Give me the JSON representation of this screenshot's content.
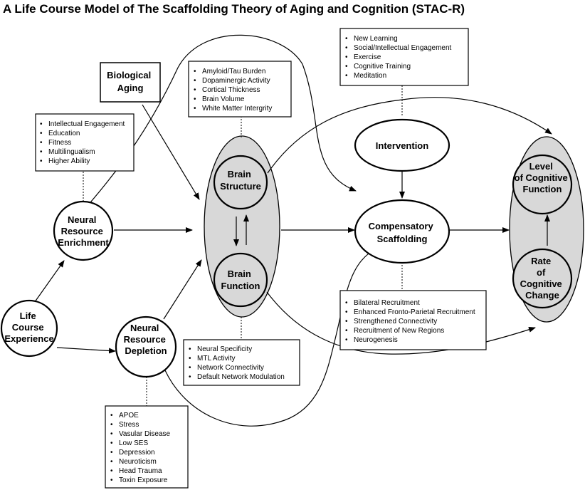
{
  "title": "A Life Course Model of The Scaffolding Theory of Aging and Cognition (STAC-R)",
  "nodes": {
    "life_course_experience": [
      "Life",
      "Course",
      "Experience"
    ],
    "neural_resource_enrichment": [
      "Neural",
      "Resource",
      "Enrichment"
    ],
    "neural_resource_depletion": [
      "Neural",
      "Resource",
      "Depletion"
    ],
    "biological_aging": [
      "Biological",
      "Aging"
    ],
    "brain_structure": [
      "Brain",
      "Structure"
    ],
    "brain_function": [
      "Brain",
      "Function"
    ],
    "intervention": [
      "Intervention"
    ],
    "compensatory_scaffolding": [
      "Compensatory",
      "Scaffolding"
    ],
    "level_of_cognitive_function": [
      "Level",
      "of Cognitive",
      "Function"
    ],
    "rate_of_cognitive_change": [
      "Rate",
      "of",
      "Cognitive",
      "Change"
    ]
  },
  "boxes": {
    "enrichment_factors": [
      "Intellectual Engagement",
      "Education",
      "Fitness",
      "Multilingualism",
      "Higher Ability"
    ],
    "structure_measures": [
      "Amyloid/Tau Burden",
      "Dopaminergic Activity",
      "Cortical Thickness",
      "Brain Volume",
      "White Matter Intergrity"
    ],
    "intervention_types": [
      "New Learning",
      "Social/Intellectual Engagement",
      "Exercise",
      "Cognitive Training",
      "Meditation"
    ],
    "function_measures": [
      "Neural Specificity",
      "MTL Activity",
      "Network Connectivity",
      "Default Network Modulation"
    ],
    "scaffolding_types": [
      "Bilateral Recruitment",
      "Enhanced Fronto-Parietal Recruitment",
      "Strengthened Connectivity",
      "Recruitment of New Regions",
      "Neurogenesis"
    ],
    "depletion_factors": [
      "APOE",
      "Stress",
      "Vasular Disease",
      "Low SES",
      "Depression",
      "Neuroticism",
      "Head Trauma",
      "Toxin Exposure"
    ]
  }
}
